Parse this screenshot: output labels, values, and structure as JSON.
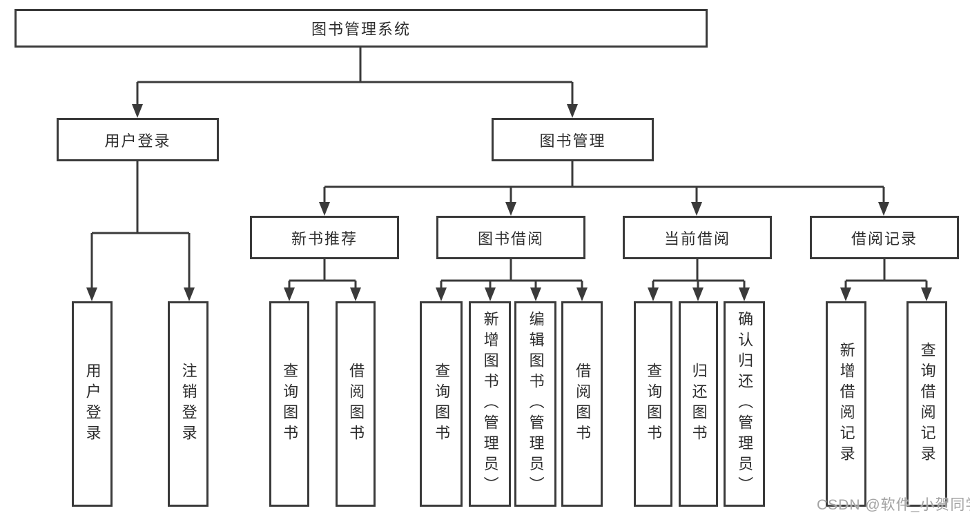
{
  "tree": {
    "root": "图书管理系统",
    "branches": [
      {
        "label": "用户登录",
        "children": [
          {
            "label": "用户登录"
          },
          {
            "label": "注销登录"
          }
        ]
      },
      {
        "label": "图书管理",
        "children": [
          {
            "label": "新书推荐",
            "children": [
              {
                "label": "查询图书"
              },
              {
                "label": "借阅图书"
              }
            ]
          },
          {
            "label": "图书借阅",
            "children": [
              {
                "label": "查询图书"
              },
              {
                "label": "新增图书（管理员）"
              },
              {
                "label": "编辑图书（管理员）"
              },
              {
                "label": "借阅图书"
              }
            ]
          },
          {
            "label": "当前借阅",
            "children": [
              {
                "label": "查询图书"
              },
              {
                "label": "归还图书"
              },
              {
                "label": "确认归还（管理员）"
              }
            ]
          },
          {
            "label": "借阅记录",
            "children": [
              {
                "label": "新增借阅记录"
              },
              {
                "label": "查询借阅记录"
              }
            ]
          }
        ]
      }
    ]
  },
  "watermark": {
    "text": "CSDN @软件_小贺同学"
  },
  "colors": {
    "line": "#3a3a3a",
    "text": "#2d2d2d",
    "watermark": "#a3a3a3",
    "background": "#ffffff"
  }
}
